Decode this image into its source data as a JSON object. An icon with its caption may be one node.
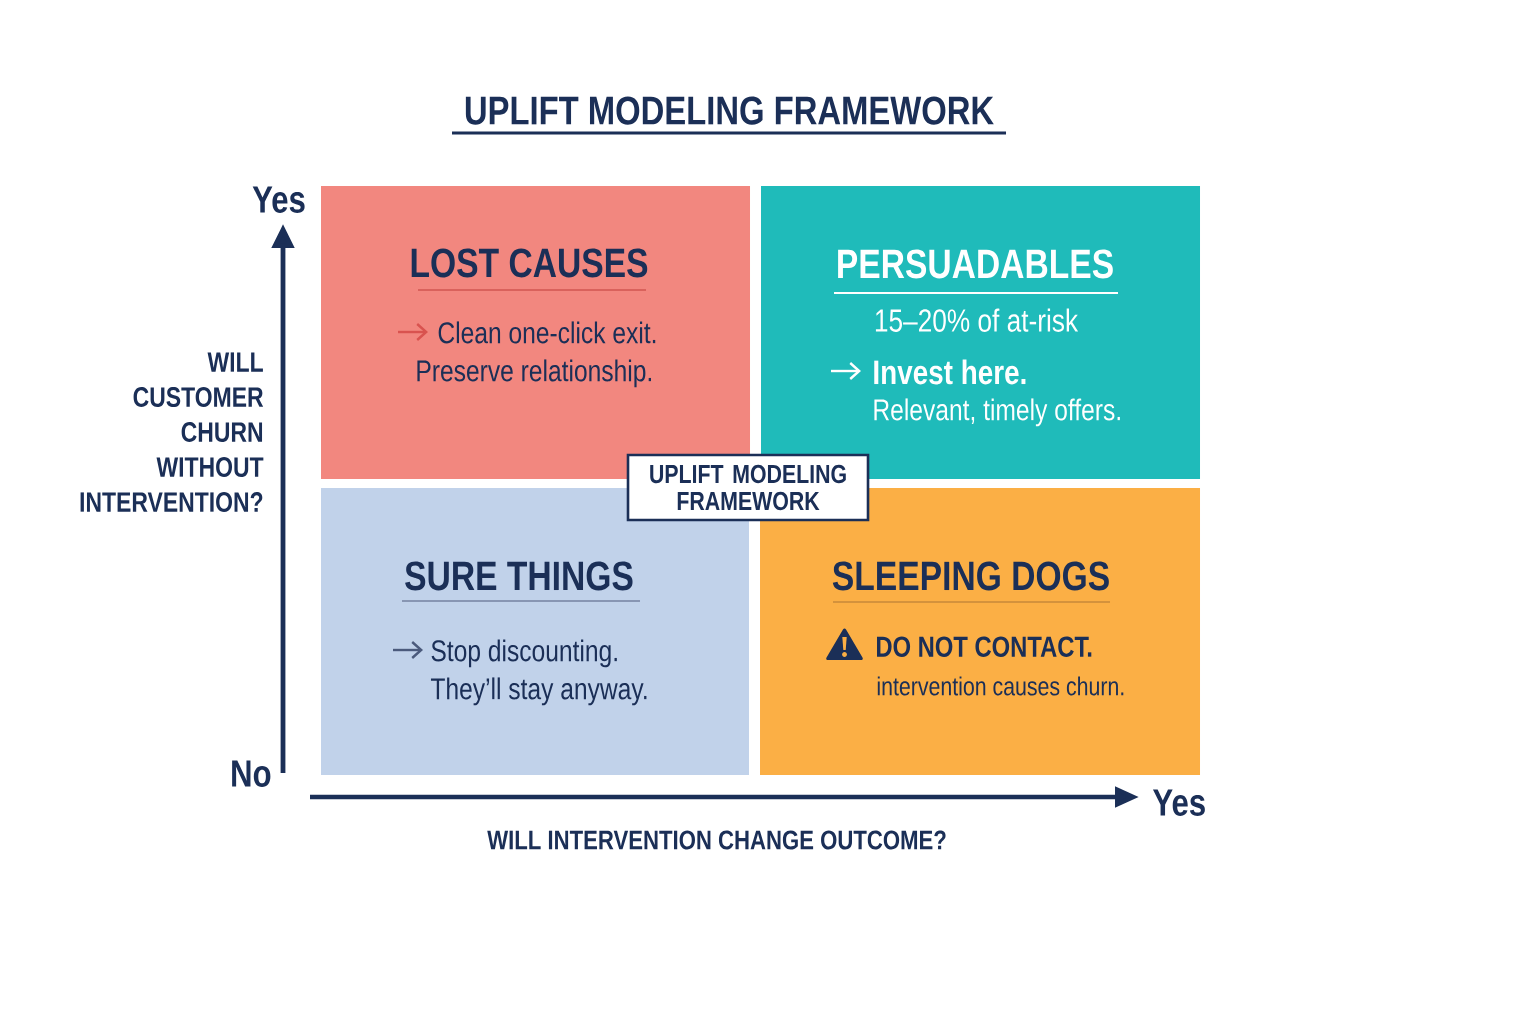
{
  "diagram": {
    "title": "UPLIFT MODELING FRAMEWORK",
    "nodes": [
      {
        "text": [
          "LOST CAUSES",
          "Clean one-click exit. Preserve relationship."
        ]
      },
      {
        "text": [
          "PERSUADABLES",
          "15–20% of at-risk",
          "Invest here.",
          "Relevant, timely offers."
        ]
      },
      {
        "text": [
          "SURE THINGS",
          "Stop discounting. They’ll stay anyway."
        ]
      },
      {
        "text": [
          "SLEEPING DOGS",
          "DO NOT CONTACT.",
          "intervention causes churn."
        ]
      },
      {
        "text": [
          "UPLIFT MODELING FRAMEWORK"
        ]
      }
    ],
    "labels": [
      "Yes",
      "WILL CUSTOMER CHURN WITHOUT INTERVENTION?",
      "No",
      "Yes",
      "WILL INTERVENTION CHANGE OUTCOME?"
    ]
  }
}
